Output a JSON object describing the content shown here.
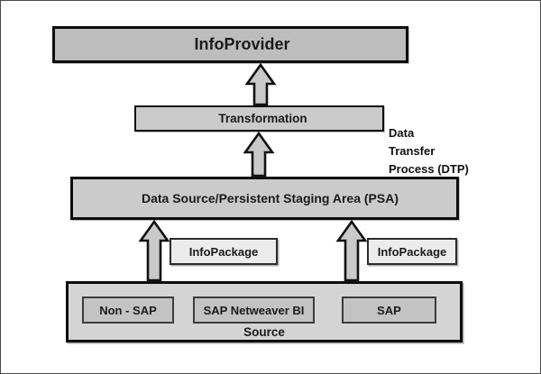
{
  "diagram": {
    "nodes": {
      "info_provider": "InfoProvider",
      "transformation": "Transformation",
      "psa": "Data Source/Persistent Staging Area (PSA)",
      "info_package_left": "InfoPackage",
      "info_package_right": "InfoPackage",
      "source": {
        "label": "Source",
        "systems": [
          "Non - SAP",
          "SAP Netweaver BI",
          "SAP"
        ]
      }
    },
    "annotation_dtp": {
      "lines": [
        "Data",
        "Transfer",
        "Process (DTP)"
      ]
    },
    "colors": {
      "background": "#ffffff",
      "frame_border": "#4a4a4a",
      "node_border": "#0d0d0d",
      "infoprovider_fill": "#bdbdbd",
      "node_fill": "#cbcbcb",
      "infopackage_fill": "#ececec",
      "source_container_fill": "#d4d4d4",
      "source_item_fill": "#c3c3c3",
      "arrow_fill": "#c9c9c9",
      "text": "#1a1a1a"
    }
  }
}
